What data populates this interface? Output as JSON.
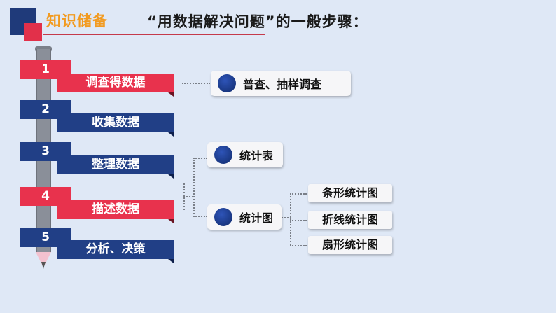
{
  "header": {
    "keyword": "知识储备",
    "title": "“用数据解决问题”的一般步骤："
  },
  "steps": [
    {
      "num": "1",
      "label": "调查得数据"
    },
    {
      "num": "2",
      "label": "收集数据"
    },
    {
      "num": "3",
      "label": "整理数据"
    },
    {
      "num": "4",
      "label": "描述数据"
    },
    {
      "num": "5",
      "label": "分析、决策"
    }
  ],
  "survey_box": "普查、抽样调查",
  "stats_table_box": "统计表",
  "stats_chart_box": "统计图",
  "chart_types": [
    "条形统计图",
    "折线统计图",
    "扇形统计图"
  ],
  "colors": {
    "accent_red": "#e8324d",
    "accent_blue": "#213f86",
    "keyword_orange": "#f29a1f"
  }
}
